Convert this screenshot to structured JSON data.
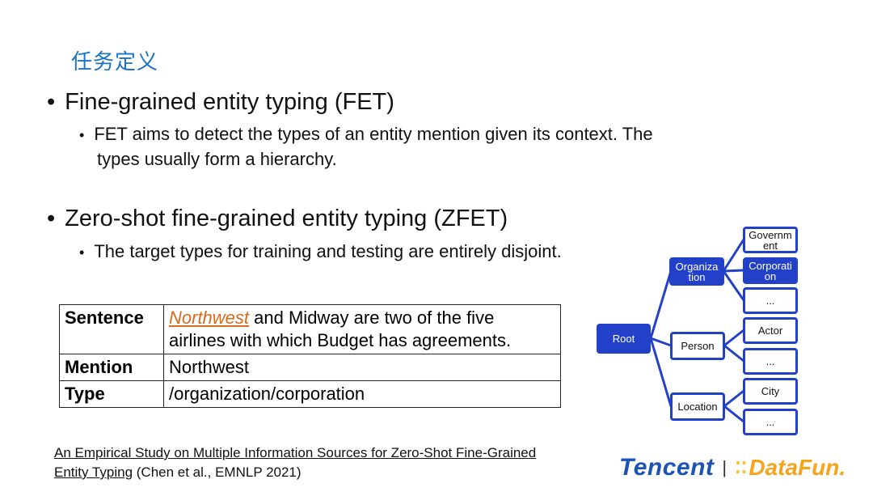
{
  "slide": {
    "title": "任务定义",
    "bullets": [
      {
        "text": "Fine-grained entity typing (FET)",
        "sub": [
          {
            "line1": "FET aims to detect the types of an entity mention given its context. The",
            "line2": "types usually form a hierarchy."
          }
        ]
      },
      {
        "text": "Zero-shot fine-grained entity typing (ZFET)",
        "sub": [
          {
            "line1": "The target types for training and testing are entirely disjoint."
          }
        ]
      }
    ],
    "table": {
      "rows": [
        {
          "key": "Sentence",
          "mention": "Northwest",
          "value_line1_rest": " and Midway are two of the five",
          "value_line2": "airlines with which Budget has agreements."
        },
        {
          "key": "Mention",
          "value": "Northwest"
        },
        {
          "key": "Type",
          "value": "/organization/corporation"
        }
      ],
      "highlight_color": "#d86a1c"
    },
    "citation": {
      "link_text_line1": "An Empirical Study on Multiple Information Sources for Zero-Shot Fine-Grained",
      "link_text_line2": "Entity Typing",
      "suffix": " (Chen et al., EMNLP 2021)"
    },
    "tree": {
      "accent": "#2341c8",
      "root": "Root",
      "level1": [
        "Organiza tion",
        "Person",
        "Location"
      ],
      "org_children": [
        "Governm ent",
        "Corporati on",
        "..."
      ],
      "person_children": [
        "Actor",
        "..."
      ],
      "location_children": [
        "City",
        "..."
      ]
    },
    "logos": {
      "tencent": "Tencent",
      "separator": "|",
      "datafun": "DataFun."
    }
  }
}
